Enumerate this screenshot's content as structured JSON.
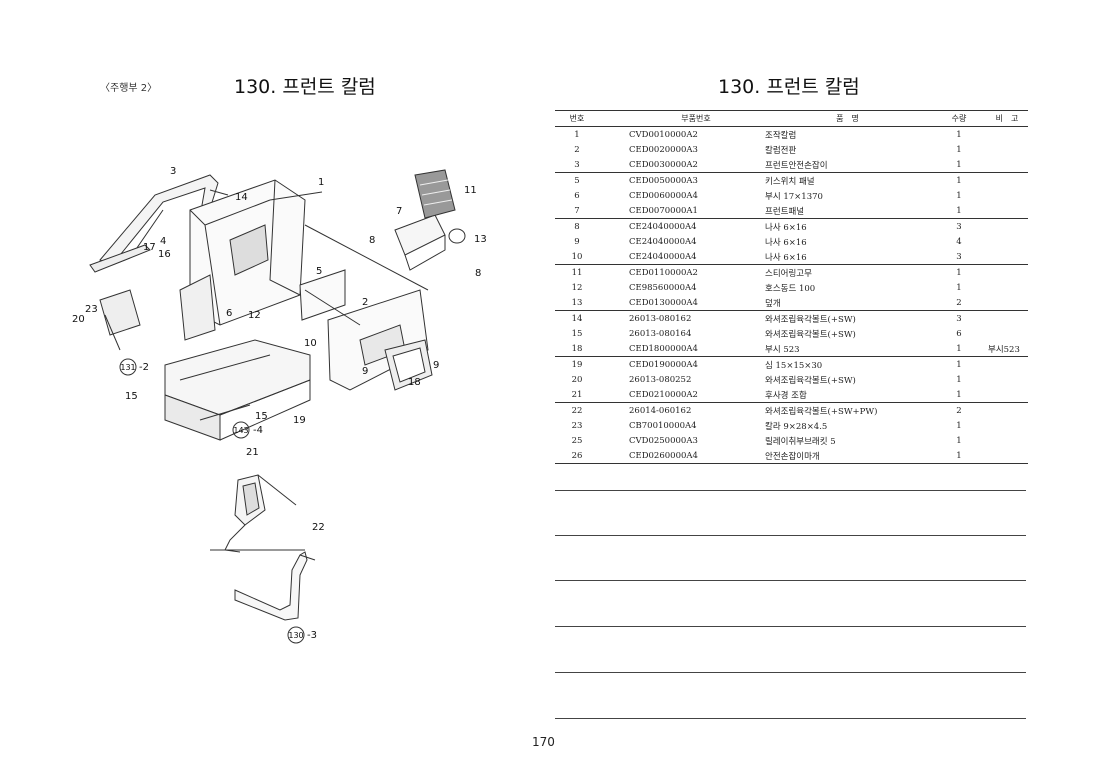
{
  "left_page": {
    "subtitle": "〈주행부 2〉",
    "title": "130. 프런트 칼럼"
  },
  "right_page": {
    "title": "130. 프런트 칼럼"
  },
  "diagram": {
    "callouts": [
      "1",
      "2",
      "3",
      "4",
      "5",
      "6",
      "7",
      "8",
      "8",
      "9",
      "9",
      "10",
      "11",
      "12",
      "13",
      "14",
      "15",
      "15",
      "16",
      "17",
      "18",
      "19",
      "20",
      "21",
      "22",
      "23"
    ],
    "refs": [
      {
        "num": "131",
        "suffix": "-2"
      },
      {
        "num": "143",
        "suffix": "-4"
      },
      {
        "num": "130",
        "suffix": "-3"
      }
    ]
  },
  "table": {
    "headers": [
      "번호",
      "부품번호",
      "품　명",
      "수량",
      "비　고"
    ],
    "rows": [
      {
        "no": "1",
        "part": "CVD0010000A2",
        "name": "조작칼럼",
        "qty": "1",
        "remark": ""
      },
      {
        "no": "2",
        "part": "CED0020000A3",
        "name": "칼럼전판",
        "qty": "1",
        "remark": ""
      },
      {
        "no": "3",
        "part": "CED0030000A2",
        "name": "프런트안전손잡이",
        "qty": "1",
        "remark": ""
      },
      {
        "no": "5",
        "part": "CED0050000A3",
        "name": "키스위치 패널",
        "qty": "1",
        "remark": ""
      },
      {
        "no": "6",
        "part": "CED0060000A4",
        "name": "부시 17×1370",
        "qty": "1",
        "remark": ""
      },
      {
        "no": "7",
        "part": "CED0070000A1",
        "name": "프런트패널",
        "qty": "1",
        "remark": ""
      },
      {
        "no": "8",
        "part": "CE24040000A4",
        "name": "나사 6×16",
        "qty": "3",
        "remark": ""
      },
      {
        "no": "9",
        "part": "CE24040000A4",
        "name": "나사 6×16",
        "qty": "4",
        "remark": ""
      },
      {
        "no": "10",
        "part": "CE24040000A4",
        "name": "나사 6×16",
        "qty": "3",
        "remark": ""
      },
      {
        "no": "11",
        "part": "CED0110000A2",
        "name": "스티어링고무",
        "qty": "1",
        "remark": ""
      },
      {
        "no": "12",
        "part": "CE98560000A4",
        "name": "호스동드 100",
        "qty": "1",
        "remark": ""
      },
      {
        "no": "13",
        "part": "CED0130000A4",
        "name": "덮개",
        "qty": "2",
        "remark": ""
      },
      {
        "no": "14",
        "part": "26013-080162",
        "name": "와셔조립육각볼트(+SW)",
        "qty": "3",
        "remark": ""
      },
      {
        "no": "15",
        "part": "26013-080164",
        "name": "와셔조립육각볼트(+SW)",
        "qty": "6",
        "remark": ""
      },
      {
        "no": "18",
        "part": "CED1800000A4",
        "name": "부시 523",
        "qty": "1",
        "remark": "부시523"
      },
      {
        "no": "19",
        "part": "CED0190000A4",
        "name": "심 15×15×30",
        "qty": "1",
        "remark": ""
      },
      {
        "no": "20",
        "part": "26013-080252",
        "name": "와셔조립육각볼트(+SW)",
        "qty": "1",
        "remark": ""
      },
      {
        "no": "21",
        "part": "CED0210000A2",
        "name": "후사경 조합",
        "qty": "1",
        "remark": ""
      },
      {
        "no": "22",
        "part": "26014-060162",
        "name": "와셔조립육각볼트(+SW+PW)",
        "qty": "2",
        "remark": ""
      },
      {
        "no": "23",
        "part": "CB70010000A4",
        "name": "칼라 9×28×4.5",
        "qty": "1",
        "remark": ""
      },
      {
        "no": "25",
        "part": "CVD0250000A3",
        "name": "릴레이취부브래킷 5",
        "qty": "1",
        "remark": ""
      },
      {
        "no": "26",
        "part": "CED0260000A4",
        "name": "안전손잡이마개",
        "qty": "1",
        "remark": ""
      }
    ]
  },
  "page_number": "170"
}
